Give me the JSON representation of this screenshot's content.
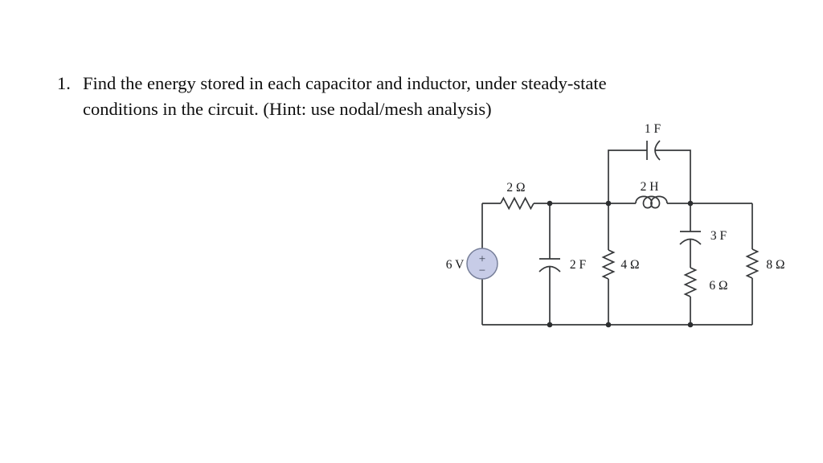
{
  "problem": {
    "number": "1.",
    "lines": [
      "Find the energy stored in each capacitor and inductor, under steady-state",
      "conditions in the circuit. (Hint: use nodal/mesh analysis)"
    ]
  },
  "circuit": {
    "colors": {
      "wire": "#36383a",
      "label": "#17181a",
      "node": "#2c2e30",
      "source_fill": "#c7cce7",
      "source_stroke": "#78809a"
    },
    "source": {
      "label": "6 V",
      "plus": "+",
      "minus": "−"
    },
    "labels": {
      "cap_top": "1 F",
      "resistor_top": "2 Ω",
      "inductor": "2 H",
      "cap_left": "2 F",
      "resistor_4": "4 Ω",
      "cap_right": "3 F",
      "resistor_6": "6 Ω",
      "resistor_8": "8 Ω"
    }
  }
}
